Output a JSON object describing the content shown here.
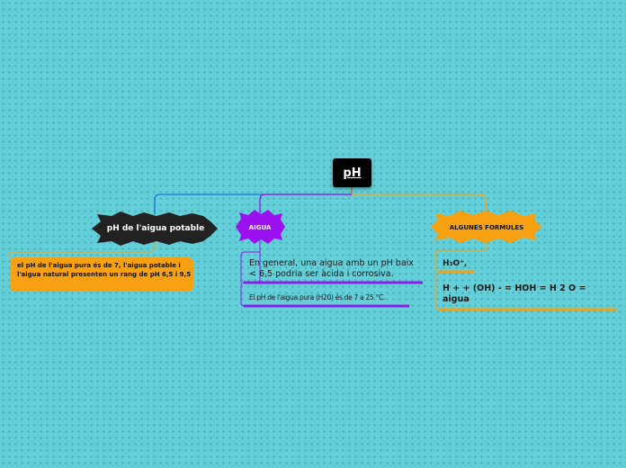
{
  "root": {
    "label": "pH"
  },
  "branches": {
    "potable": {
      "label": "pH de l'aigua potable",
      "note": "el pH de l'aigua pura és de 7, l'aigua potable i l'aigua natural presenten un rang de pH 6,5 i 9,5"
    },
    "aigua": {
      "label": "AIGUA",
      "items": [
        "En general, una aigua amb un pH baix < 6,5 podria ser àcida i corrosiva.",
        "El pH de l'aigua pura (H20) és de 7 a 25 °C."
      ]
    },
    "formules": {
      "label": "ALGUNES FORMULES",
      "items": [
        "H₃O⁺,",
        "H + + (OH) - = HOH = H 2 O = aigua"
      ]
    }
  },
  "colors": {
    "background": "#63cfd9",
    "root": "#000000",
    "potable": "#222222",
    "aigua": "#9b11f0",
    "formules": "#f6a012",
    "connector_blue": "#1e6fd9"
  }
}
